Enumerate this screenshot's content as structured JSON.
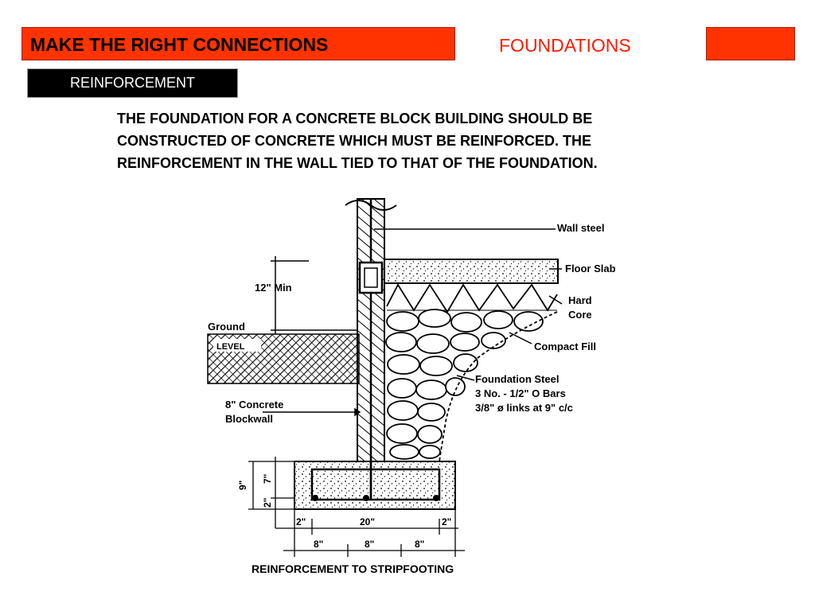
{
  "header": {
    "banner_title": "MAKE THE RIGHT CONNECTIONS",
    "section_title": "FOUNDATIONS",
    "tab_label": "REINFORCEMENT"
  },
  "body": {
    "paragraph_lines": [
      "THE FOUNDATION FOR A CONCRETE BLOCK BUILDING SHOULD BE",
      "CONSTRUCTED OF CONCRETE WHICH MUST BE REINFORCED.  THE",
      "REINFORCEMENT IN THE WALL TIED TO THAT OF THE FOUNDATION."
    ]
  },
  "diagram": {
    "labels": {
      "wall_steel": "Wall steel",
      "floor_slab": "Floor Slab",
      "hard": "Hard",
      "core": "Core",
      "compact_fill": "Compact Fill",
      "foundation_steel": "Foundation Steel",
      "bars": "3 No. - 1/2\" O Bars",
      "links": "3/8\" ø links at 9\" c/c",
      "min_12": "12\" Min",
      "ground": "Ground",
      "level": "LEVEL",
      "blockwall_1": "8\" Concrete",
      "blockwall_2": "Blockwall"
    },
    "dimensions": {
      "dim_9": "9\"",
      "dim_7": "7\"",
      "dim_2_vert": "2\"",
      "dim_2_left": "2\"",
      "dim_20": "20\"",
      "dim_2_right": "2\"",
      "dim_8_a": "8\"",
      "dim_8_b": "8\"",
      "dim_8_c": "8\""
    },
    "caption": "REINFORCEMENT TO STRIPFOOTING"
  },
  "colors": {
    "banner_red": "#ff3300",
    "title_red": "#ff1a00",
    "tab_black": "#000000"
  }
}
